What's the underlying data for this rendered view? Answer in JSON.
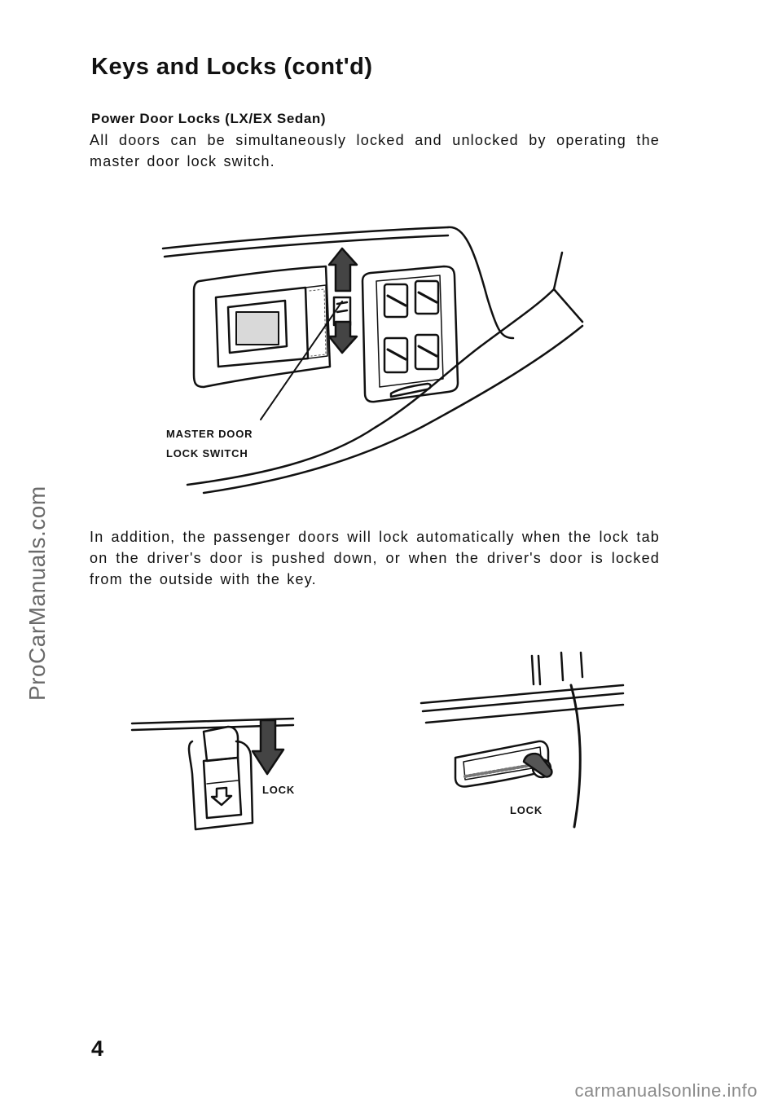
{
  "page": {
    "title": "Keys and Locks (cont'd)",
    "page_number": "4"
  },
  "section": {
    "heading": "Power Door Locks   (LX/EX Sedan)",
    "intro": "All doors can be simultaneously locked and unlocked by operating the master door lock switch.",
    "additional": "In addition, the passenger doors will lock automatically when the lock tab on the driver's door is pushed down, or when the driver's door is locked from the outside with the key."
  },
  "figures": {
    "master_switch": {
      "callout_line1": "MASTER DOOR",
      "callout_line2": "LOCK SWITCH"
    },
    "lock_tab": {
      "callout": "LOCK"
    },
    "key_lock": {
      "callout": "LOCK"
    }
  },
  "watermarks": {
    "side": "ProCarManuals.com",
    "footer": "carmanualsonline.info"
  }
}
